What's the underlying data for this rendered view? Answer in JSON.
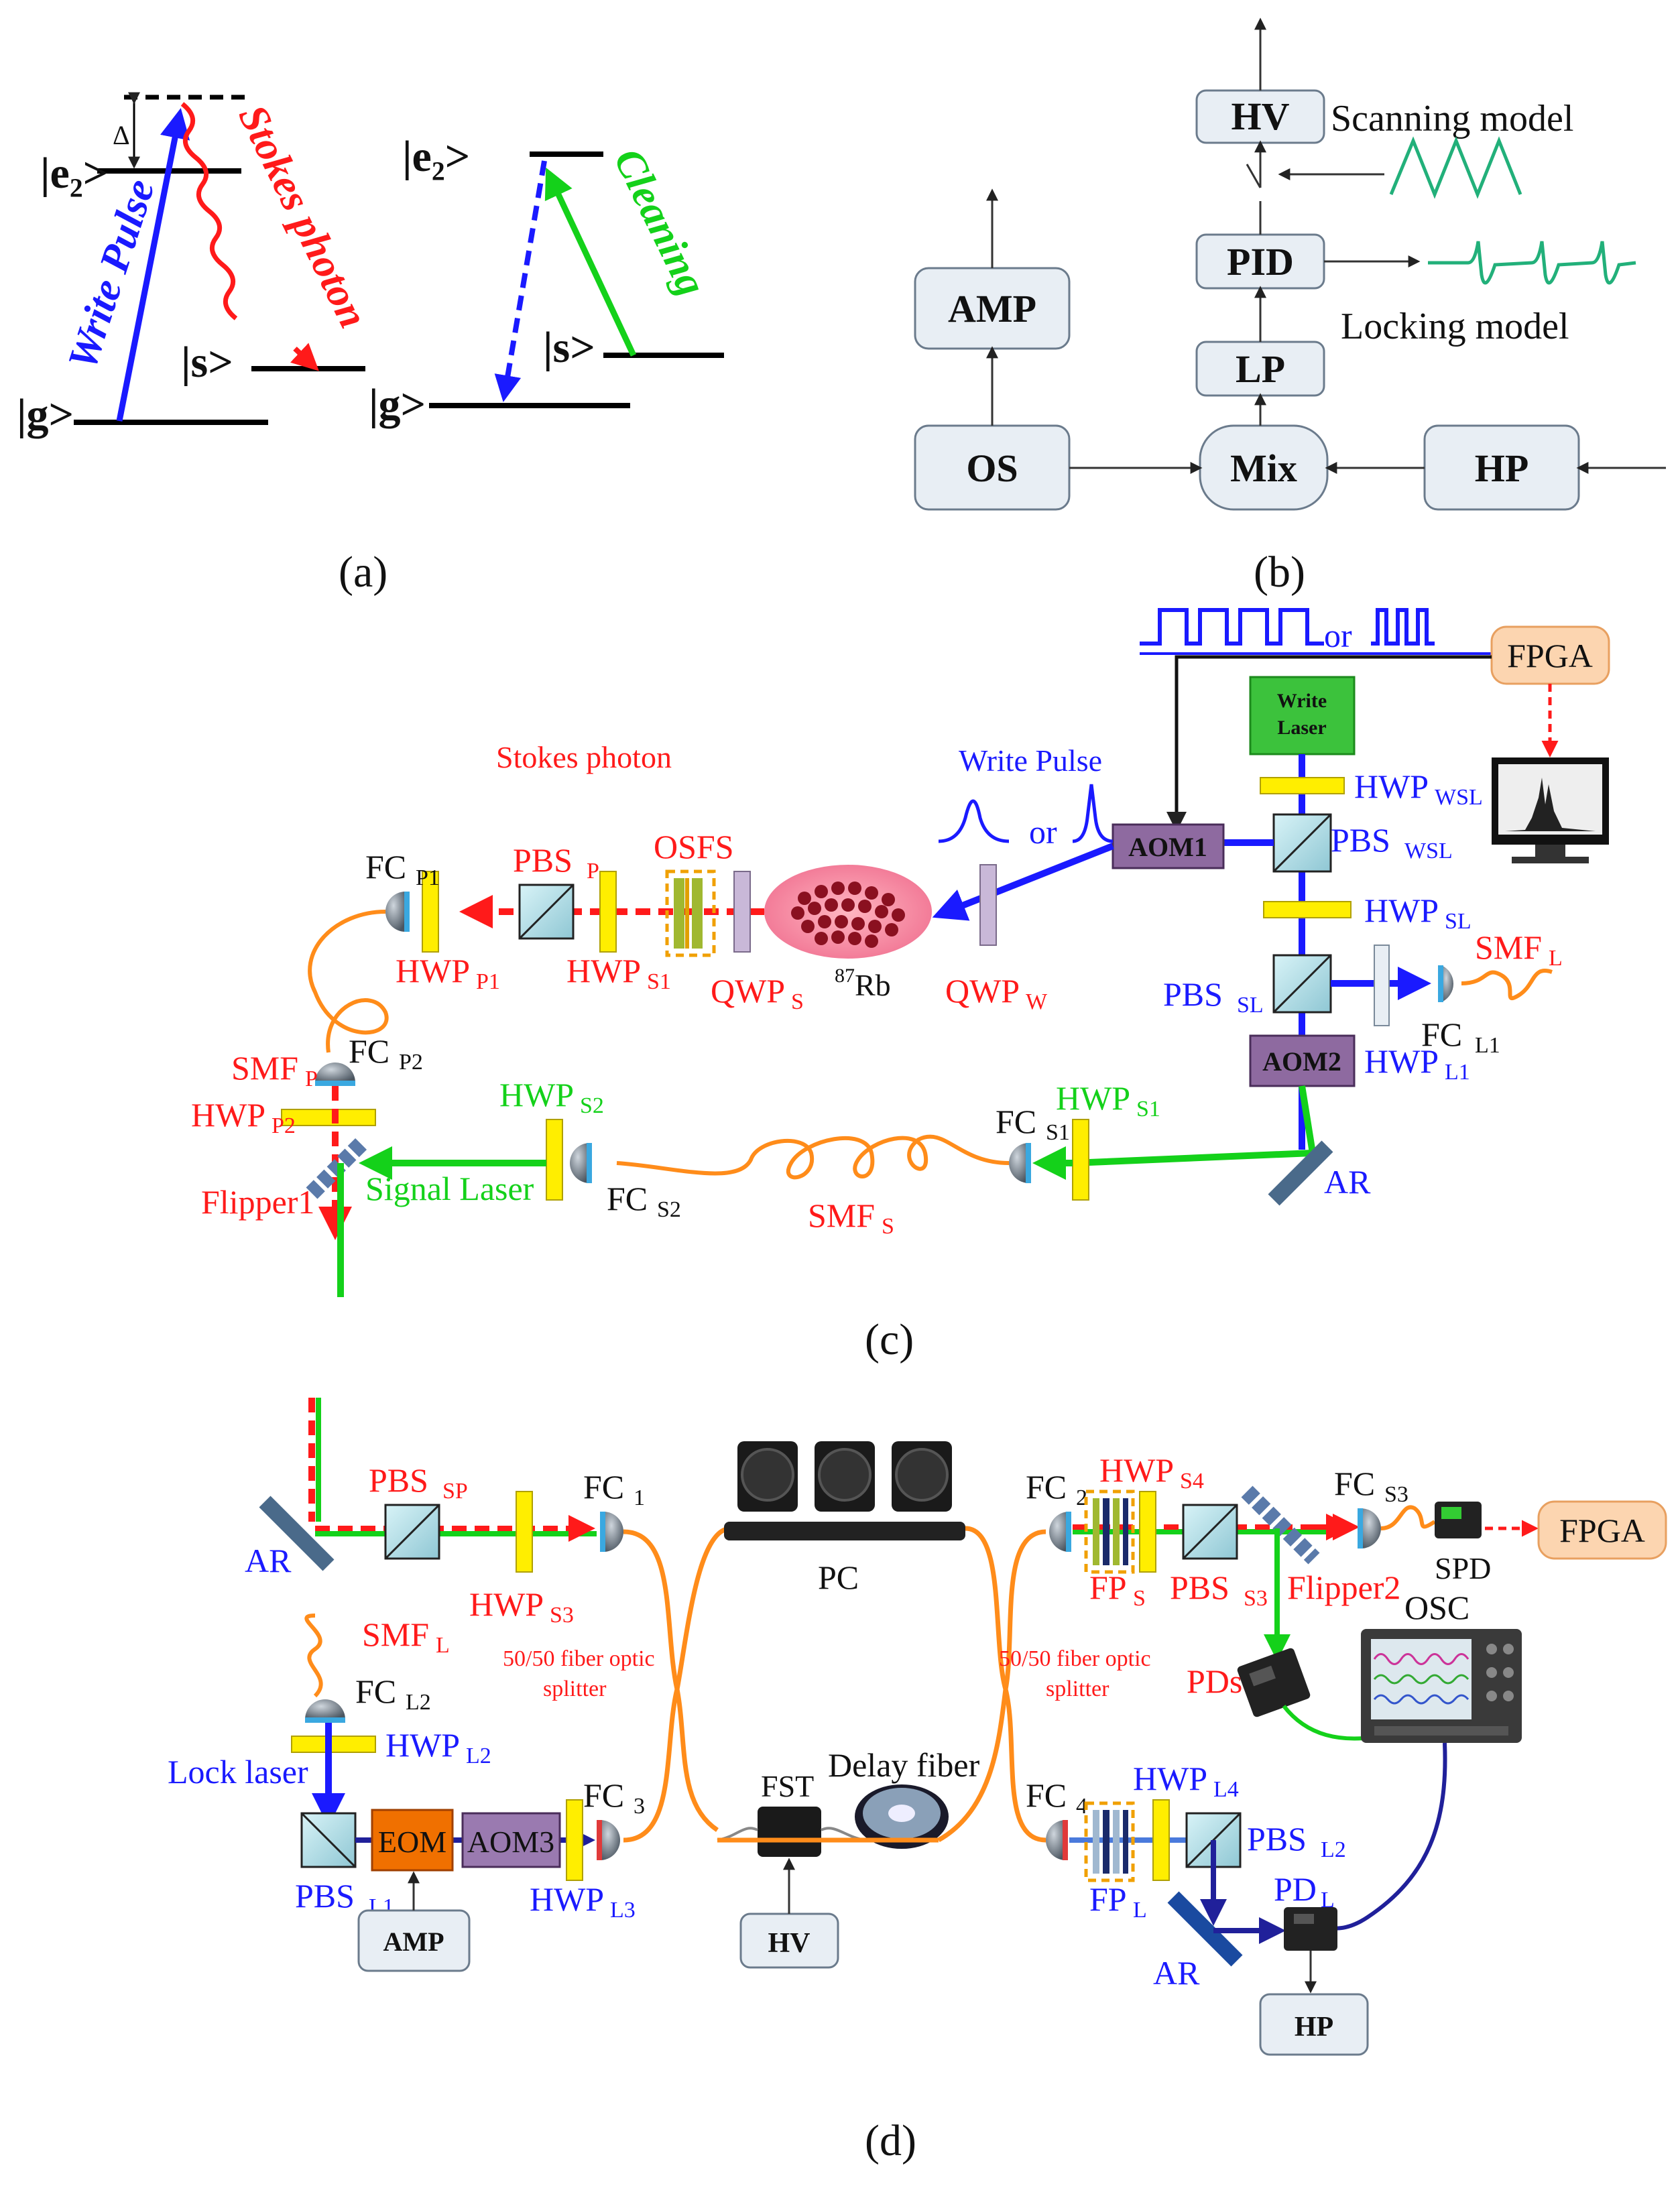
{
  "panels": {
    "a": "(a)",
    "b": "(b)",
    "c": "(c)",
    "d": "(d)"
  },
  "a": {
    "e2": "|e₂>",
    "s": "|s>",
    "g": "|g>",
    "delta": "Δ",
    "write_pulse": "Write Pulse",
    "stokes_photon": "Stokes photon",
    "cleaning": "Cleaning"
  },
  "b": {
    "hv": "HV",
    "pid": "PID",
    "lp": "LP",
    "mix": "Mix",
    "os": "OS",
    "amp": "AMP",
    "hp": "HP",
    "scanning": "Scanning model",
    "locking": "Locking model"
  },
  "c": {
    "fpga": "FPGA",
    "or1": "or",
    "or2": "or",
    "write_laser_1": "Write",
    "write_laser_2": "Laser",
    "hwp_wsl": [
      "HWP",
      "WSL"
    ],
    "pbs_wsl": [
      "PBS",
      "WSL"
    ],
    "aom1": "AOM1",
    "write_pulse": "Write Pulse",
    "stokes_photon": "Stokes photon",
    "osfs": "OSFS",
    "pbs_p": [
      "PBS",
      "P"
    ],
    "fc_p1": [
      "FC",
      "P1"
    ],
    "hwp_p1": [
      "HWP",
      "P1"
    ],
    "hwp_s1a": [
      "HWP",
      "S1"
    ],
    "qwp_s": [
      "QWP",
      "S"
    ],
    "rb": [
      "87",
      "Rb"
    ],
    "qwp_w": [
      "QWP",
      "W"
    ],
    "hwp_sl": [
      "HWP",
      "SL"
    ],
    "pbs_sl": [
      "PBS",
      "SL"
    ],
    "smf_l": [
      "SMF",
      "L"
    ],
    "fc_l1": [
      "FC",
      "L1"
    ],
    "aom2": "AOM2",
    "hwp_l1": [
      "HWP",
      "L1"
    ],
    "fc_p2": [
      "FC",
      "P2"
    ],
    "smf_p": [
      "SMF",
      "P"
    ],
    "hwp_p2": [
      "HWP",
      "P2"
    ],
    "hwp_s2": [
      "HWP",
      "S2"
    ],
    "fc_s2": [
      "FC",
      "S2"
    ],
    "flipper1": "Flipper1",
    "signal_laser": "Signal  Laser",
    "smf_s": [
      "SMF",
      "S"
    ],
    "fc_s1": [
      "FC",
      "S1"
    ],
    "hwp_s1b": [
      "HWP",
      "S1"
    ],
    "ar": "AR"
  },
  "d": {
    "ar1": "AR",
    "pbs_sp": [
      "PBS",
      "SP"
    ],
    "hwp_s3": [
      "HWP",
      "S3"
    ],
    "fc1": [
      "FC",
      "1"
    ],
    "pc": "PC",
    "fc2": [
      "FC",
      "2"
    ],
    "hwp_s4": [
      "HWP",
      "S4"
    ],
    "fp_s": [
      "FP",
      "S"
    ],
    "pbs_s3": [
      "PBS",
      "S3"
    ],
    "flipper2": "Flipper2",
    "fc_s3": [
      "FC",
      "S3"
    ],
    "spd": "SPD",
    "fpga": "FPGA",
    "splitter_left_1": "50/50 fiber optic",
    "splitter_left_2": "splitter",
    "splitter_right_1": "50/50 fiber optic",
    "splitter_right_2": "splitter",
    "smf_l": [
      "SMF",
      "L"
    ],
    "fc_l2": [
      "FC",
      "L2"
    ],
    "hwp_l2": [
      "HWP",
      "L2"
    ],
    "lock_laser": "Lock laser",
    "eom": "EOM",
    "aom3": "AOM3",
    "fc3": [
      "FC",
      "3"
    ],
    "hwp_l3": [
      "HWP",
      "L3"
    ],
    "pbs_l1": [
      "PBS",
      "L1"
    ],
    "amp": "AMP",
    "fst": "FST",
    "delay_fiber": "Delay fiber",
    "hv": "HV",
    "pds": "PDs",
    "osc": "OSC",
    "fc4": [
      "FC",
      "4"
    ],
    "hwp_l4": [
      "HWP",
      "L4"
    ],
    "pbs_l2": [
      "PBS",
      "L2"
    ],
    "fp_l": [
      "FP",
      "L"
    ],
    "ar2": "AR",
    "pd_l": [
      "PD",
      "L"
    ],
    "hp": "HP"
  }
}
